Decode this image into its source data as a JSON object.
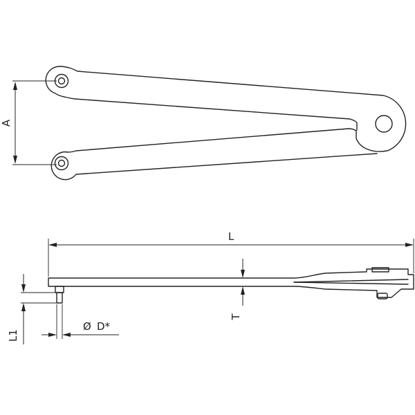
{
  "labels": {
    "a": "A",
    "l": "L",
    "t": "T",
    "l1": "L1",
    "d": "D*",
    "diameter_symbol": "Ø"
  },
  "colors": {
    "line": "#222222",
    "background": "#ffffff"
  }
}
